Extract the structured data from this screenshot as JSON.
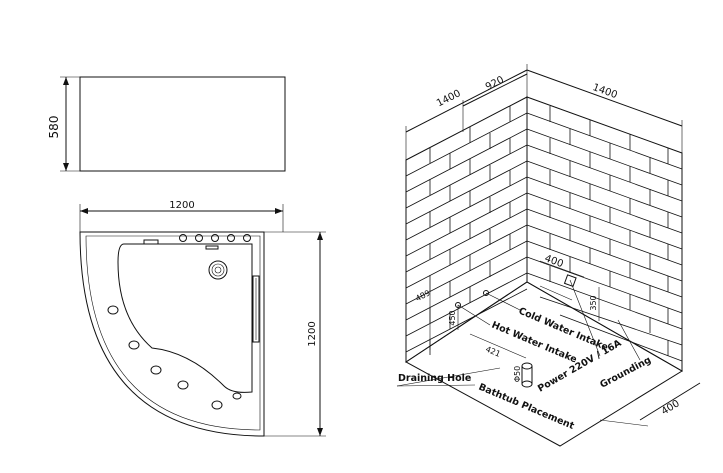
{
  "side_view": {
    "height_label": "580"
  },
  "top_view": {
    "width_label": "1200",
    "depth_label": "1200"
  },
  "install_view": {
    "wall_left_length": "1400",
    "inlet_offset": "920",
    "wall_right_length": "1400",
    "power_offset": "400",
    "left_height": "489",
    "inlet_height": "450",
    "power_height": "350",
    "floor_offset": "421",
    "drain_dia": "Φ50",
    "floor_depth": "400",
    "labels": {
      "cold_water": "Cold Water Intake",
      "hot_water": "Hot Water Intake",
      "power": "Power 220V / 16A",
      "grounding": "Grounding",
      "draining": "Draining Hole",
      "placement": "Bathtub Placement"
    }
  }
}
